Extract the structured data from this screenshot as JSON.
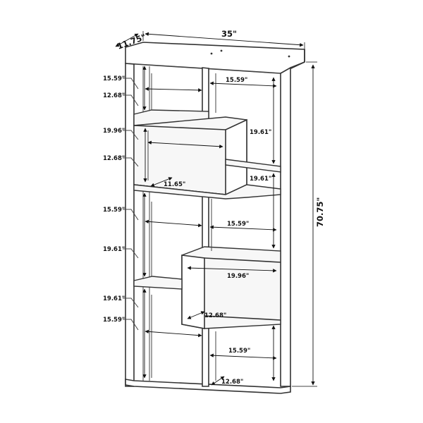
{
  "dimensions": {
    "depth": "11.75\"",
    "width": "35\"",
    "height": "70.75\""
  },
  "left_labels": [
    {
      "text": "15.59\""
    },
    {
      "text": "12.68\""
    },
    {
      "text": "19.96\""
    },
    {
      "text": "12.68\""
    },
    {
      "text": "15.59\""
    },
    {
      "text": "19.61\""
    },
    {
      "text": "19.61\""
    },
    {
      "text": "15.59\""
    }
  ],
  "interior_labels": [
    {
      "text": "15.59\""
    },
    {
      "text": "19.61\""
    },
    {
      "text": "19.61\""
    },
    {
      "text": "11.65\""
    },
    {
      "text": "15.59\""
    },
    {
      "text": "19.96\""
    },
    {
      "text": "12.68\""
    },
    {
      "text": "15.59\""
    },
    {
      "text": "12.68\""
    }
  ],
  "colors": {
    "line": "#333333",
    "background": "#ffffff"
  }
}
